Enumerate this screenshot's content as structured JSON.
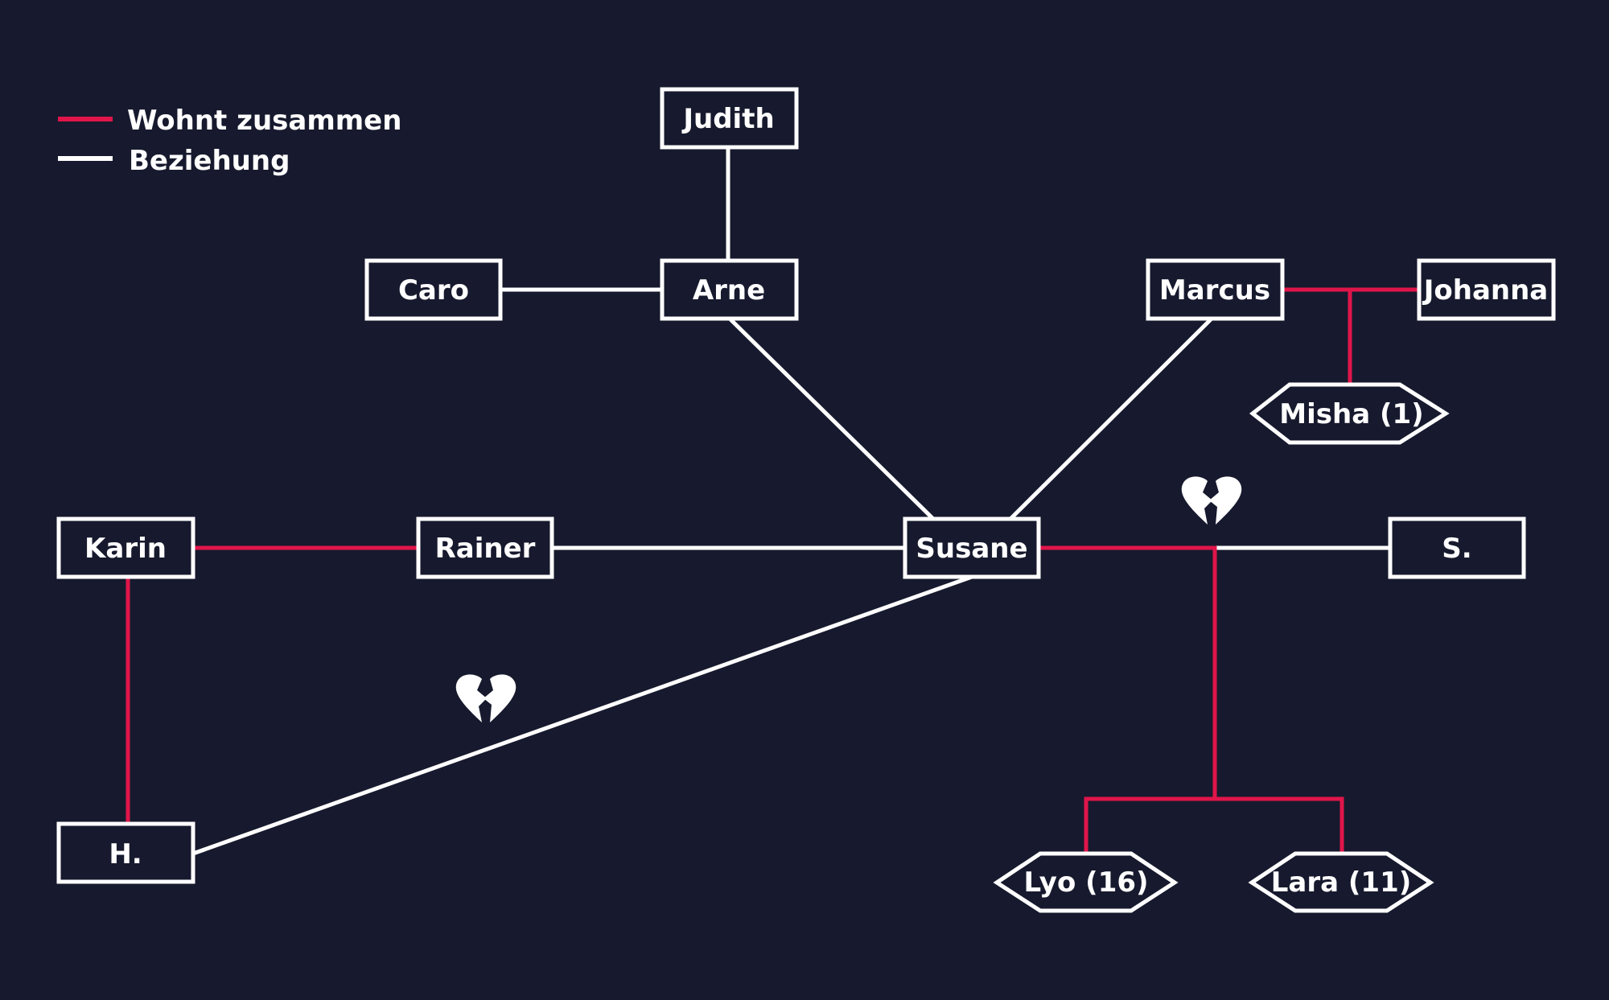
{
  "colors": {
    "background": "#171a2e",
    "lives_together": "#e0154a",
    "relationship": "#ffffff",
    "node_stroke": "#ffffff",
    "node_fill": "#171a2e",
    "text": "#ffffff"
  },
  "legend": {
    "lives_together": "Wohnt zusammen",
    "relationship": "Beziehung"
  },
  "nodes": {
    "judith": {
      "label": "Judith",
      "kind": "adult"
    },
    "caro": {
      "label": "Caro",
      "kind": "adult"
    },
    "arne": {
      "label": "Arne",
      "kind": "adult"
    },
    "marcus": {
      "label": "Marcus",
      "kind": "adult"
    },
    "johanna": {
      "label": "Johanna",
      "kind": "adult"
    },
    "misha": {
      "label": "Misha (1)",
      "kind": "child"
    },
    "karin": {
      "label": "Karin",
      "kind": "adult"
    },
    "rainer": {
      "label": "Rainer",
      "kind": "adult"
    },
    "susane": {
      "label": "Susane",
      "kind": "adult"
    },
    "s": {
      "label": "S.",
      "kind": "adult"
    },
    "h": {
      "label": "H.",
      "kind": "adult"
    },
    "lyo": {
      "label": "Lyo (16)",
      "kind": "child"
    },
    "lara": {
      "label": "Lara (11)",
      "kind": "child"
    }
  },
  "connections": [
    {
      "from": "judith",
      "to": "arne",
      "type": "relationship"
    },
    {
      "from": "caro",
      "to": "arne",
      "type": "relationship"
    },
    {
      "from": "arne",
      "to": "susane",
      "type": "relationship"
    },
    {
      "from": "marcus",
      "to": "susane",
      "type": "relationship"
    },
    {
      "from": "marcus",
      "to": "johanna",
      "type": "lives_together"
    },
    {
      "from": "marcus",
      "to": "misha",
      "type": "lives_together",
      "note": "child of Marcus and Johanna"
    },
    {
      "from": "karin",
      "to": "rainer",
      "type": "lives_together"
    },
    {
      "from": "karin",
      "to": "h",
      "type": "lives_together"
    },
    {
      "from": "rainer",
      "to": "susane",
      "type": "relationship"
    },
    {
      "from": "susane",
      "to": "h",
      "type": "relationship",
      "status": "broken-heart"
    },
    {
      "from": "susane",
      "to": "s",
      "type": "relationship",
      "status": "broken-heart"
    },
    {
      "from": "susane",
      "to": "lyo",
      "type": "lives_together"
    },
    {
      "from": "susane",
      "to": "lara",
      "type": "lives_together"
    }
  ],
  "icons": [
    "broken-heart-icon",
    "broken-heart-icon"
  ]
}
